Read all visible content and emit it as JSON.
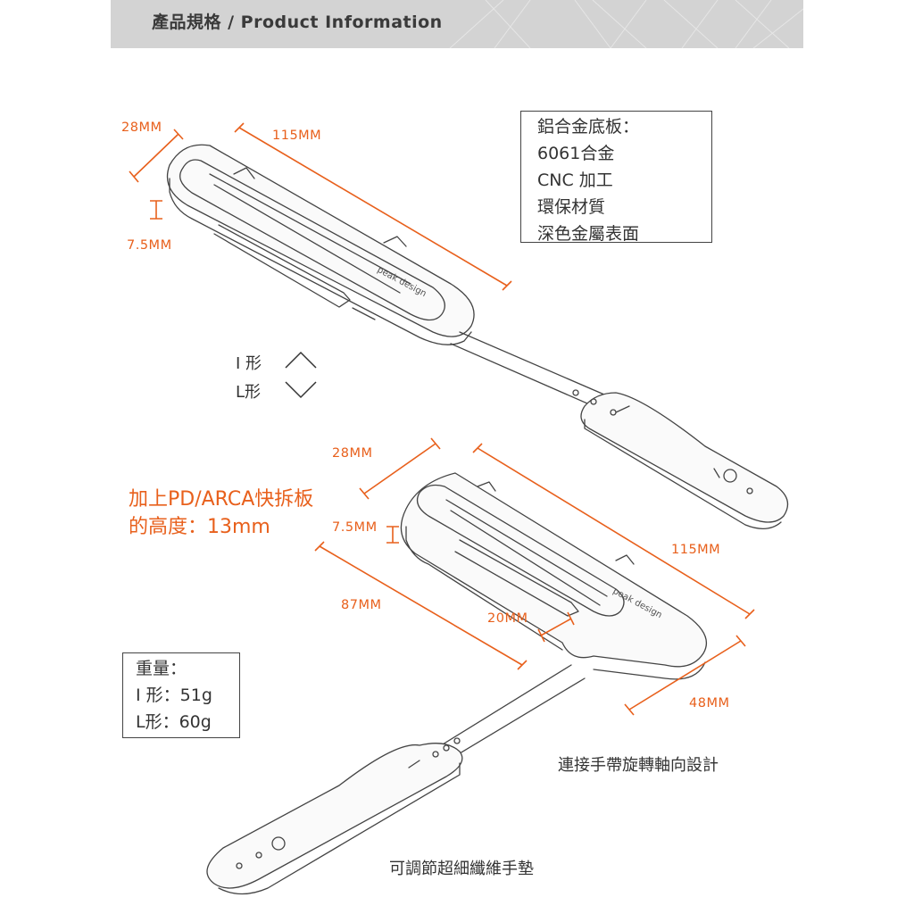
{
  "header": {
    "title": "產品規格 / Product Information"
  },
  "dimensions_top": {
    "width": "28MM",
    "length": "115MM",
    "thickness": "7.5MM"
  },
  "spec_box": {
    "lines": [
      "鋁合金底板：",
      "6061合金",
      "CNC 加工",
      "環保材質",
      "深色金屬表面"
    ]
  },
  "brand_engraving": "peak design",
  "shape_toggle": {
    "i_shape": "I 形",
    "l_shape": "L形"
  },
  "dimensions_bottom": {
    "width": "28MM",
    "thickness": "7.5MM",
    "length": "115MM",
    "arm": "87MM",
    "offset": "20MM",
    "depth": "48MM"
  },
  "arca_note": {
    "line1": "加上PD/ARCA快拆板",
    "line2": "的高度：13mm"
  },
  "weight_box": {
    "lines": [
      "重量：",
      "I 形：51g",
      "L形：60g"
    ]
  },
  "captions": {
    "rotation": "連接手帶旋轉軸向設計",
    "pad": "可調節超細纖維手墊"
  },
  "colors": {
    "accent": "#e8601c",
    "header_bg": "#d3d3d3",
    "line": "#444444"
  }
}
